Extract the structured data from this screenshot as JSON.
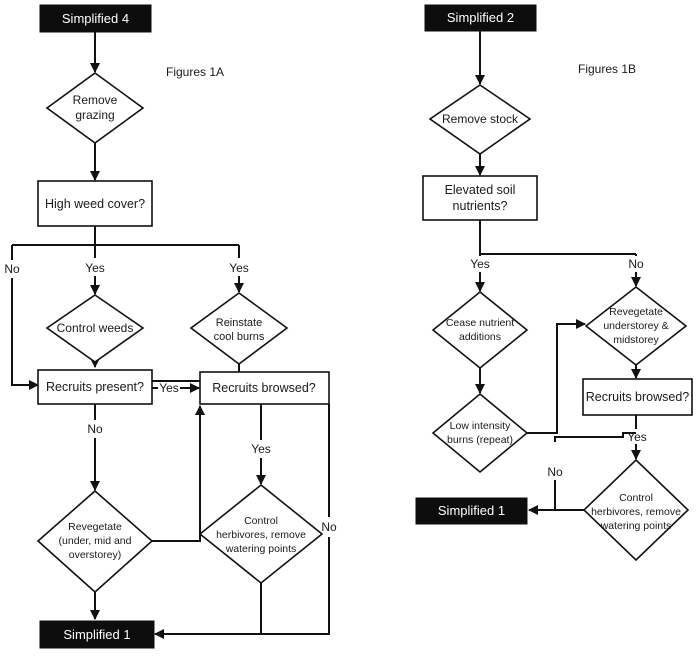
{
  "figure_a": {
    "caption": "Figures 1A",
    "start": "Simplified 4",
    "remove_grazing": [
      "Remove",
      "grazing"
    ],
    "high_weed_cover": "High weed cover?",
    "no": "No",
    "yes_left": "Yes",
    "yes_right": "Yes",
    "control_weeds": "Control weeds",
    "reinstate_cool_burns": [
      "Reinstate",
      "cool burns"
    ],
    "recruits_present": "Recruits present?",
    "yes_recruits": "Yes",
    "recruits_browsed": "Recruits browsed?",
    "no_recruits": "No",
    "yes_browsed": "Yes",
    "revegetate": [
      "Revegetate",
      "(under, mid and",
      "overstorey)"
    ],
    "control_herbivores": [
      "Control",
      "herbivores, remove",
      "watering points"
    ],
    "no_browsed": "No",
    "end": "Simplified 1"
  },
  "figure_b": {
    "caption": "Figures 1B",
    "start": "Simplified 2",
    "remove_stock": "Remove stock",
    "elevated_soil": [
      "Elevated soil",
      "nutrients?"
    ],
    "yes": "Yes",
    "no": "No",
    "cease_nutrient": [
      "Cease nutrient",
      "additions"
    ],
    "revegetate": [
      "Revegetate",
      "understorey &",
      "midstorey"
    ],
    "low_intensity": [
      "Low intensity",
      "burns (repeat)"
    ],
    "recruits_browsed": "Recruits browsed?",
    "yes_browsed": "Yes",
    "no_browsed": "No",
    "control_herbivores": [
      "Control",
      "herbivores, remove",
      "watering points"
    ],
    "end": "Simplified 1"
  }
}
